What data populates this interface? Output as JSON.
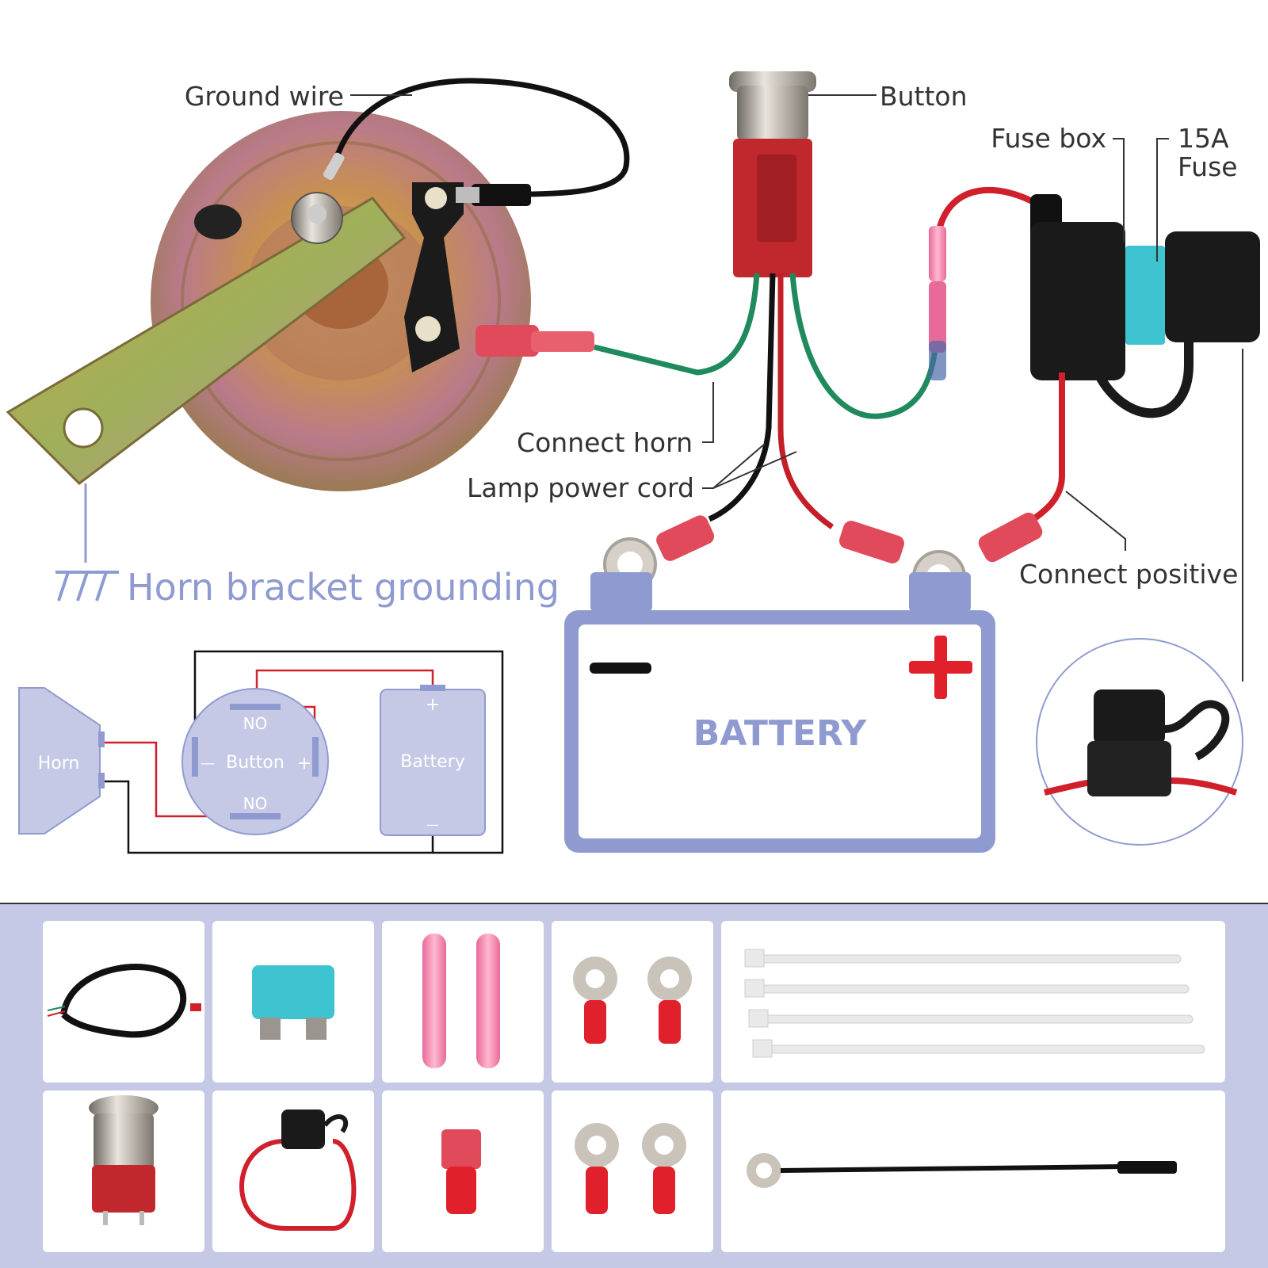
{
  "labels": {
    "ground_wire": "Ground wire",
    "button": "Button",
    "fuse_box": "Fuse box",
    "fuse_rating_line1": "15A",
    "fuse_rating_line2": "Fuse",
    "connect_horn": "Connect horn",
    "lamp_power_cord": "Lamp power cord",
    "connect_positive": "Connect positive",
    "horn_bracket_grounding": "Horn bracket grounding"
  },
  "battery": {
    "title": "BATTERY",
    "negative_symbol": "—",
    "positive_symbol": "+"
  },
  "schematic": {
    "horn": "Horn",
    "button": "Button",
    "no_top": "NO",
    "no_bottom": "NO",
    "button_minus": "—",
    "button_plus": "+",
    "battery": "Battery",
    "battery_plus": "+",
    "battery_minus": "—"
  },
  "colors": {
    "accent_lavender": "#8f9bd0",
    "panel_bg": "#c5c9e6",
    "wire_red": "#d0202c",
    "wire_green": "#1f8a5c",
    "wire_black": "#111111",
    "battery_plus_red": "#e0202a"
  },
  "parts_panel": {
    "items": [
      {
        "icon": "wire-harness-icon"
      },
      {
        "icon": "blade-fuse-icon"
      },
      {
        "icon": "heat-shrink-connector-icon"
      },
      {
        "icon": "ring-terminal-icon"
      },
      {
        "icon": "cable-tie-icon"
      },
      {
        "icon": "push-button-switch-icon"
      },
      {
        "icon": "fuse-holder-icon"
      },
      {
        "icon": "spade-terminal-icon"
      },
      {
        "icon": "ring-terminal-icon"
      },
      {
        "icon": "ground-wire-icon"
      }
    ]
  }
}
